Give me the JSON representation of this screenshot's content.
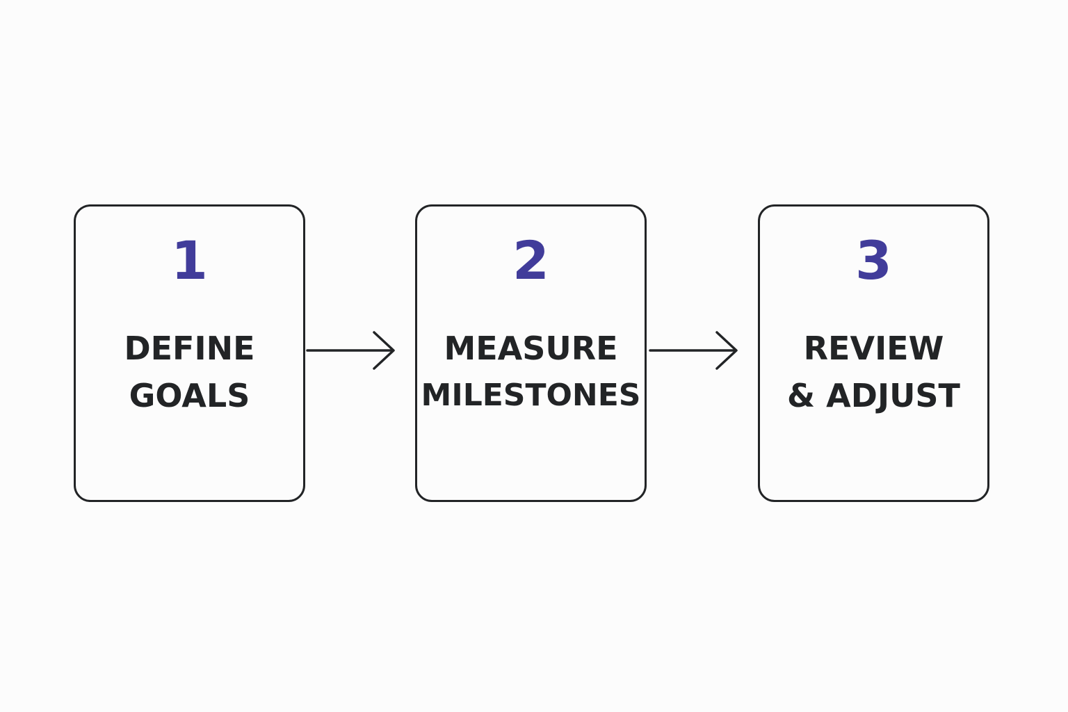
{
  "theme": {
    "number_color": "#413c9a",
    "text_color": "#222426",
    "border_color": "#222426"
  },
  "steps": [
    {
      "number": "1",
      "label_line1": "DEFINE",
      "label_line2": "GOALS"
    },
    {
      "number": "2",
      "label_line1": "MEASURE",
      "label_line2": "MILESTONES"
    },
    {
      "number": "3",
      "label_line1": "REVIEW",
      "label_line2": "& ADJUST"
    }
  ],
  "arrows": [
    {
      "from": "1",
      "to": "2",
      "icon": "arrow-right-icon"
    },
    {
      "from": "2",
      "to": "3",
      "icon": "arrow-right-icon"
    }
  ]
}
